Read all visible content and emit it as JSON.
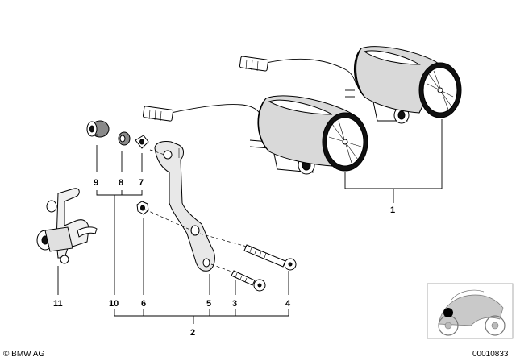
{
  "callouts": {
    "c1": "1",
    "c2": "2",
    "c3": "3",
    "c4": "4",
    "c5": "5",
    "c6": "6",
    "c7": "7",
    "c8": "8",
    "c9": "9",
    "c10": "10",
    "c11": "11"
  },
  "footer": {
    "copyright": "© BMW AG",
    "diagram_number": "00010833"
  }
}
